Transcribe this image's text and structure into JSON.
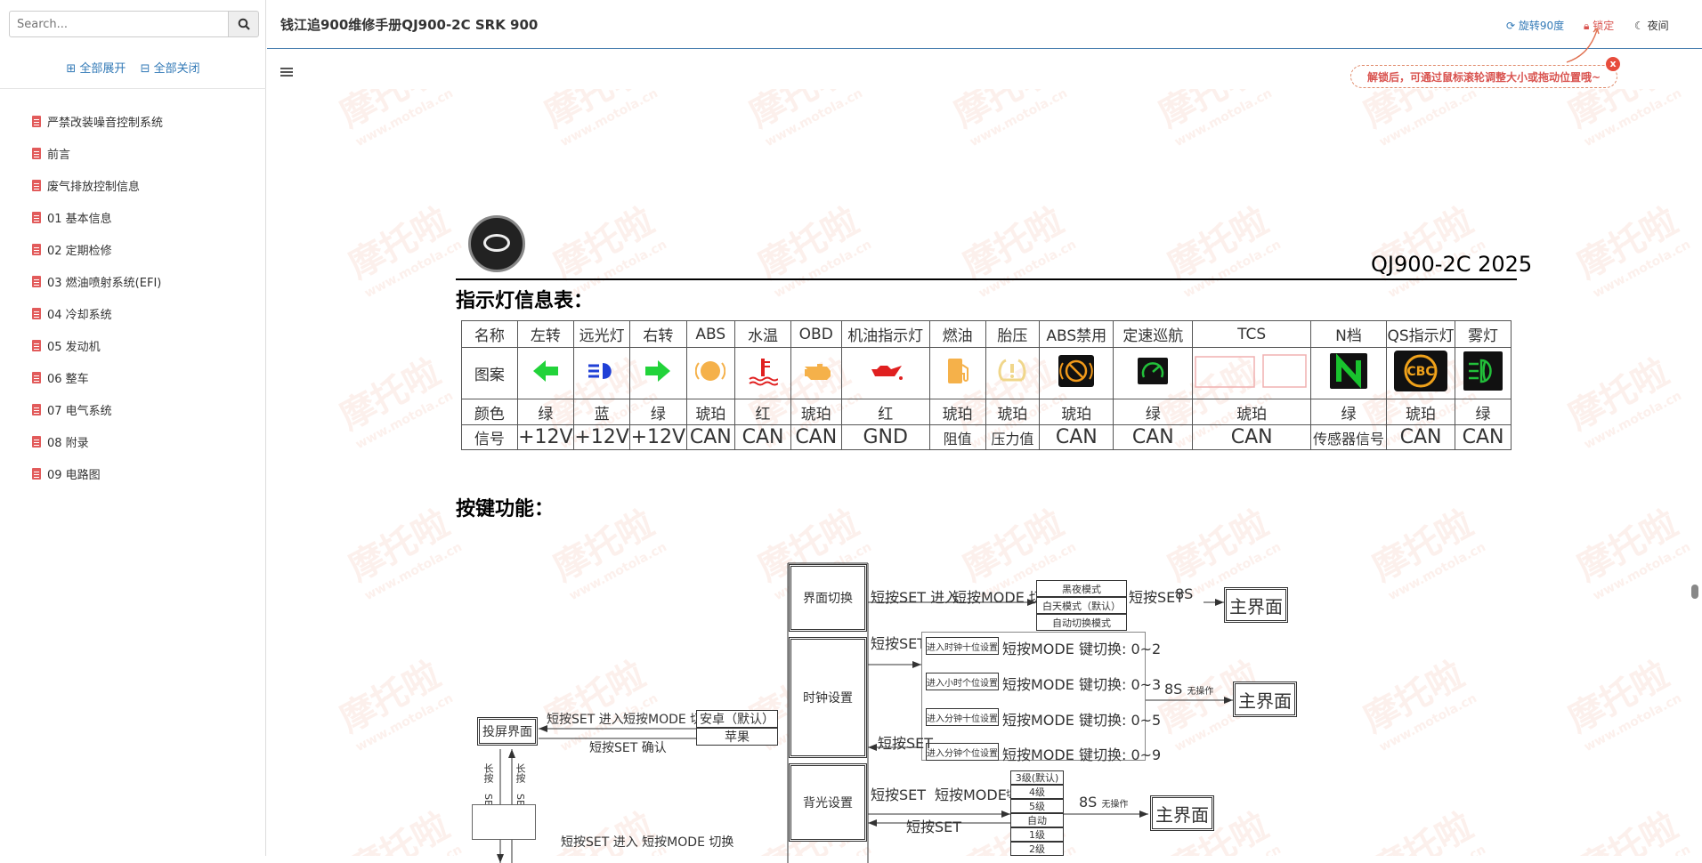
{
  "sidebar": {
    "search_placeholder": "Search...",
    "expand_all": "全部展开",
    "collapse_all": "全部关闭",
    "items": [
      {
        "label": "严禁改装噪音控制系统"
      },
      {
        "label": "前言"
      },
      {
        "label": "废气排放控制信息"
      },
      {
        "label": "01 基本信息"
      },
      {
        "label": "02 定期检修"
      },
      {
        "label": "03 燃油喷射系统(EFI)"
      },
      {
        "label": "04 冷却系统"
      },
      {
        "label": "05 发动机"
      },
      {
        "label": "06 整车"
      },
      {
        "label": "07 电气系统"
      },
      {
        "label": "08 附录"
      },
      {
        "label": "09 电路图"
      }
    ]
  },
  "header": {
    "title": "钱江追900维修手册QJ900-2C SRK 900",
    "rotate_label": "旋转90度",
    "lock_label": "锁定",
    "night_label": "夜间",
    "tip": "解锁后，可通过鼠标滚轮调整大小或拖动位置哦~",
    "tip_close": "x"
  },
  "document": {
    "watermark": "摩托啦",
    "watermark_url": "www.motola.cn",
    "model": "QJ900-2C 2025",
    "indicator_section_title": "指示灯信息表：",
    "button_section_title": "按键功能：",
    "indicator_table": {
      "row_names": {
        "name": "名称",
        "icon": "图案",
        "color": "颜色",
        "signal": "信号"
      },
      "columns": [
        {
          "name": "左转",
          "color": "绿",
          "signal": "+12V",
          "icon": "left-arrow-icon",
          "icon_color": "#22d33a"
        },
        {
          "name": "远光灯",
          "color": "蓝",
          "signal": "+12V",
          "icon": "high-beam-icon",
          "icon_color": "#1f3fd6"
        },
        {
          "name": "右转",
          "color": "绿",
          "signal": "+12V",
          "icon": "right-arrow-icon",
          "icon_color": "#22d33a"
        },
        {
          "name": "ABS",
          "color": "琥珀",
          "signal": "CAN",
          "icon": "abs-icon",
          "icon_color": "#f5b14a"
        },
        {
          "name": "水温",
          "color": "红",
          "signal": "CAN",
          "icon": "water-temp-icon",
          "icon_color": "#e02020"
        },
        {
          "name": "OBD",
          "color": "琥珀",
          "signal": "CAN",
          "icon": "engine-icon",
          "icon_color": "#f5b14a"
        },
        {
          "name": "机油指示灯",
          "color": "红",
          "signal": "GND",
          "icon": "oil-can-icon",
          "icon_color": "#e02020"
        },
        {
          "name": "燃油",
          "color": "琥珀",
          "signal": "阻值",
          "icon": "fuel-icon",
          "icon_color": "#f5b14a"
        },
        {
          "name": "胎压",
          "color": "琥珀",
          "signal": "压力值",
          "icon": "tire-pressure-icon",
          "icon_color": "#f0d68a"
        },
        {
          "name": "ABS禁用",
          "color": "琥珀",
          "signal": "CAN",
          "icon": "abs-off-icon",
          "icon_color": "#f29a1a"
        },
        {
          "name": "定速巡航",
          "color": "绿",
          "signal": "CAN",
          "icon": "cruise-icon",
          "icon_color": "#22c03a"
        },
        {
          "name": "TCS",
          "color": "琥珀",
          "signal": "CAN",
          "icon": "tcs-empty-icon",
          "icon_color": "#f0b0b0"
        },
        {
          "name": "N档",
          "color": "绿",
          "signal": "传感器信号",
          "icon": "neutral-icon",
          "icon_color": "#19c22e"
        },
        {
          "name": "QS指示灯",
          "color": "琥珀",
          "signal": "CAN",
          "icon": "qs-cbc-icon",
          "icon_color": "#f0a21a"
        },
        {
          "name": "雾灯",
          "color": "绿",
          "signal": "CAN",
          "icon": "fog-lamp-icon",
          "icon_color": "#22c03a"
        }
      ]
    },
    "flow": {
      "screen_switch": "界面切换",
      "clock_setting": "时钟设置",
      "backlight_setting": "背光设置",
      "projection": "投屏界面",
      "main": "主界面",
      "main_alt": "主界面",
      "mode_items": [
        "黑夜模式",
        "白天模式（默认）",
        "自动切换模式"
      ],
      "clock_items": [
        "进入时钟十位设置",
        "进入小时个位设置",
        "进入分钟十位设置",
        "进入分钟个位设置"
      ],
      "clock_ranges": [
        "0~2",
        "0~3",
        "0~5",
        "0~9"
      ],
      "backlight_levels": [
        "3级(默认)",
        "4级",
        "5级",
        "自动",
        "1级",
        "2级"
      ],
      "projection_items": [
        "安卓（默认）",
        "苹果"
      ],
      "short_press_set_enter": "短按SET 进入",
      "short_press_mode_switch": "短按MODE 切换",
      "short_set": "短按SET",
      "short_set_confirm": "短按SET 确认",
      "short_mode": "短按MODE",
      "key_switch": "键切换:",
      "eight_s": "8S",
      "no_op": "无操作",
      "long_press": "长按",
      "set_key": "SET键",
      "bottom_text": "短按SET 进入  短按MODE 切换",
      "switch": "切换"
    }
  }
}
